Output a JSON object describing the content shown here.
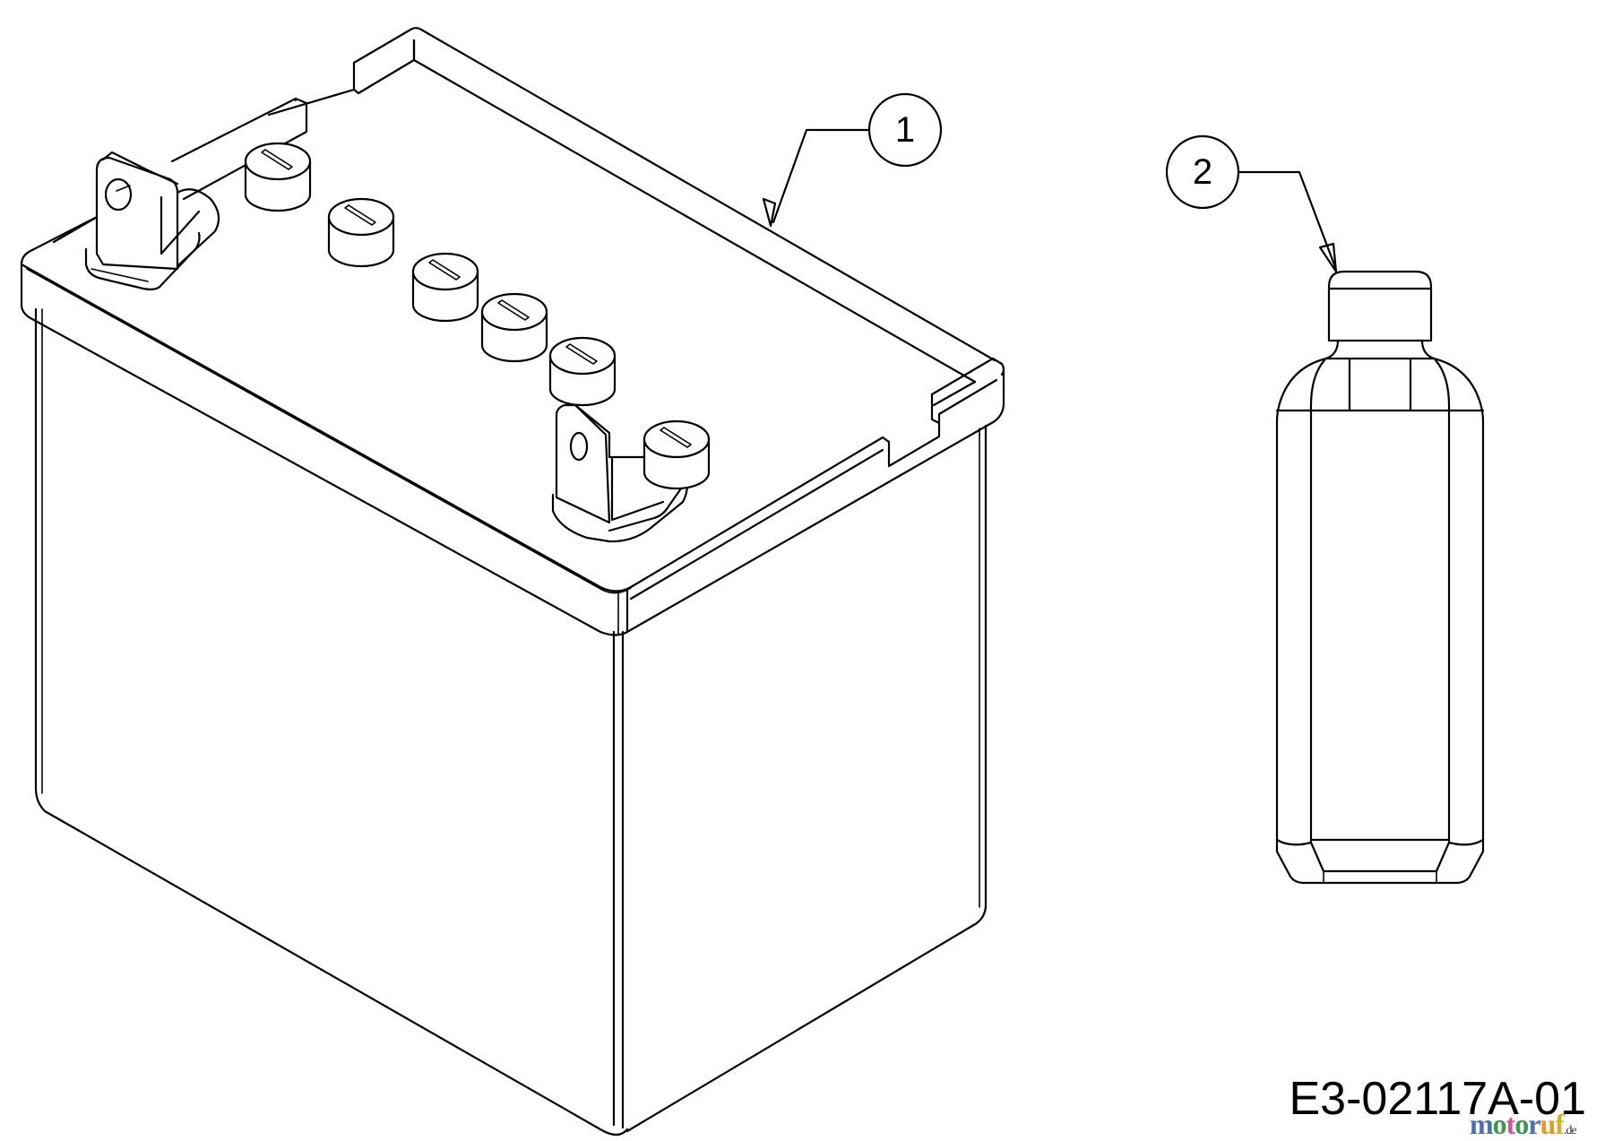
{
  "diagram": {
    "type": "exploded parts diagram",
    "drawing_code": "E3-02117A-01",
    "watermark": {
      "letters": [
        {
          "char": "m",
          "color": "#4a6fb5"
        },
        {
          "char": "o",
          "color": "#3a9a4a"
        },
        {
          "char": "t",
          "color": "#e0508a"
        },
        {
          "char": "o",
          "color": "#3a9a4a"
        },
        {
          "char": "r",
          "color": "#4a6fb5"
        },
        {
          "char": "u",
          "color": "#e89a20"
        },
        {
          "char": "f",
          "color": "#d4b020"
        }
      ],
      "suffix": ".de"
    },
    "parts": [
      {
        "number": "1",
        "name": "battery",
        "description": "12V lead-acid battery with 6 cell caps and 2 terminal posts"
      },
      {
        "number": "2",
        "name": "acid-bottle",
        "description": "electrolyte bottle with screw cap"
      }
    ],
    "colors": {
      "line": "#000000",
      "background": "#ffffff"
    }
  }
}
